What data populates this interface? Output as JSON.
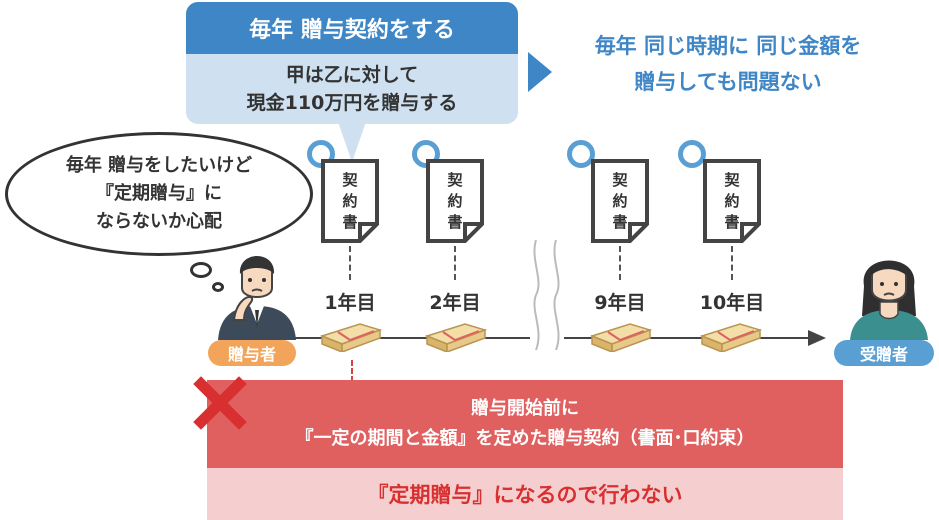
{
  "callout": {
    "title": "毎年 贈与契約をする",
    "body_line1": "甲は乙に対して",
    "body_line2": "現金110万円を贈与する"
  },
  "right_note": {
    "line1": "毎年 同じ時期に 同じ金額を",
    "line2": "贈与しても問題ない"
  },
  "thought": {
    "line1": "毎年 贈与をしたいけど",
    "line2": "『定期贈与』に",
    "line3": "ならないか心配"
  },
  "document_text": [
    "契",
    "約",
    "書"
  ],
  "years": [
    "1年目",
    "2年目",
    "9年目",
    "10年目"
  ],
  "giver_label": "贈与者",
  "receiver_label": "受贈者",
  "warning": {
    "line1": "贈与開始前に",
    "line2": "『一定の期間と金額』を定めた贈与契約（書面･口約束）",
    "sub": "『定期贈与』になるので行わない"
  },
  "colors": {
    "blue": "#3f86c6",
    "light_blue": "#cfe1f1",
    "orange": "#f2a55a",
    "red": "#e06060",
    "pink": "#f5cfcf",
    "money": "#e8c98a"
  },
  "icons": [
    "document-icon",
    "money-bundle-icon",
    "man-thinking-icon",
    "woman-icon",
    "cross-mark-icon"
  ]
}
